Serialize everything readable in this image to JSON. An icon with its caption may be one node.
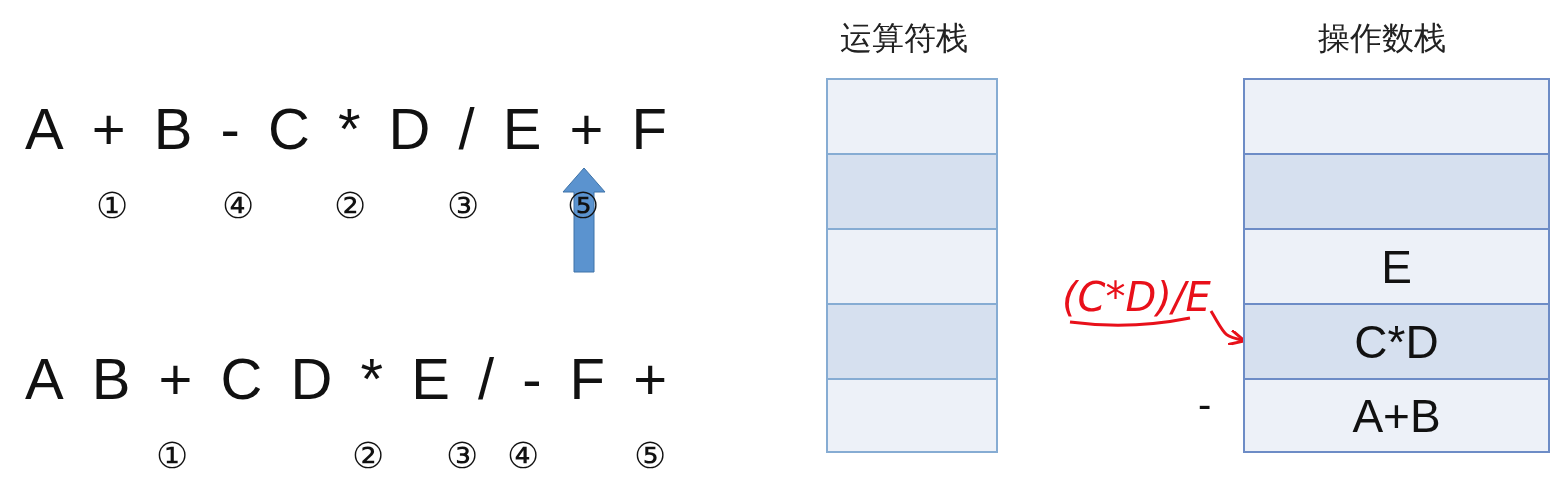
{
  "diagram": {
    "nodes": [
      {
        "text": [
          "运算符栈"
        ]
      },
      {
        "text": [],
        "shape": "box",
        "in": 0
      },
      {
        "text": [],
        "shape": "box",
        "in": 0
      },
      {
        "text": [],
        "shape": "box",
        "in": 0
      },
      {
        "text": [],
        "shape": "box",
        "in": 0
      },
      {
        "text": [],
        "shape": "box",
        "in": 0
      },
      {
        "text": [
          "操作数栈"
        ]
      },
      {
        "text": [],
        "shape": "box",
        "in": 6
      },
      {
        "text": [],
        "shape": "box",
        "in": 6
      },
      {
        "text": [
          "E"
        ],
        "in": 6
      },
      {
        "text": [
          "C*D"
        ],
        "in": 6
      },
      {
        "text": [
          "A+B"
        ],
        "in": 6
      },
      {
        "text": [
          "(C*D)/E"
        ]
      }
    ],
    "edges": [
      {
        "from": 12,
        "to": 10,
        "arrow": "to",
        "color": "#e8101a"
      }
    ],
    "labels": [
      "A + B - C * D / E + F",
      "①",
      "④",
      "②",
      "③",
      "⑤",
      "A B + C D * E / - F +",
      "①",
      "②",
      "③",
      "④",
      "⑤",
      "-"
    ]
  }
}
